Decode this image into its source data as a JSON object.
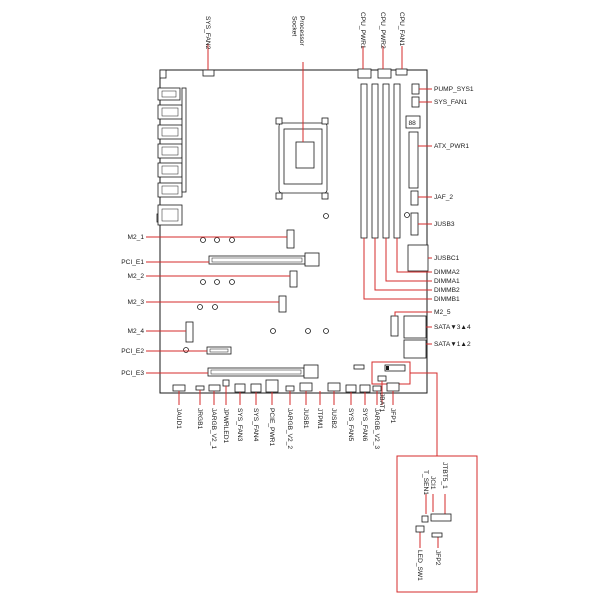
{
  "labels": {
    "sys_fan2": "SYS_FAN2",
    "processor_socket": "Processor Socket",
    "cpu_pwr1": "CPU_PWR1",
    "cpu_pwr2": "CPU_PWR2",
    "cpu_fan1": "CPU_FAN1",
    "pump_sys1": "PUMP_SYS1",
    "sys_fan1": "SYS_FAN1",
    "atx_pwr1": "ATX_PWR1",
    "jaf_2": "JAF_2",
    "jusb3": "JUSB3",
    "jusbc1": "JUSBC1",
    "dimma2": "DIMMA2",
    "dimma1": "DIMMA1",
    "dimmb2": "DIMMB2",
    "dimmb1": "DIMMB1",
    "m2_5": "M2_5",
    "sata34": "SATA▼3▲4",
    "sata12": "SATA▼1▲2",
    "m2_1": "M2_1",
    "pci_e1": "PCI_E1",
    "m2_2": "M2_2",
    "m2_3": "M2_3",
    "m2_4": "M2_4",
    "pci_e2": "PCI_E2",
    "pci_e3": "PCI_E3",
    "jaud1": "JAUD1",
    "jrgb1": "JRGB1",
    "jargb_v2_1": "JARGB_V2_1",
    "jpwrled1": "JPWRLED1",
    "sys_fan3": "SYS_FAN3",
    "sys_fan4": "SYS_FAN4",
    "pcie_pwr1": "PCIE_PWR1",
    "jargb_v2_2": "JARGB_V2_2",
    "jusb1": "JUSB1",
    "jtpm1": "JTPM1",
    "jusb2": "JUSB2",
    "sys_fan5": "SYS_FAN5",
    "sys_fan6": "SYS_FAN6",
    "jargb_v2_3": "JARGB_V2_3",
    "jbat1": "JBAT1",
    "jfp1": "JFP1",
    "jtbt5_1": "JTBT5_1",
    "t_sen1": "T_SEN1",
    "jci1": "JCI1",
    "led_sw1": "LED_SW1",
    "jfp2": "JFP2",
    "debug_led": "88"
  },
  "colors": {
    "callout": "#d42b2b",
    "outline": "#1a1a1a"
  }
}
